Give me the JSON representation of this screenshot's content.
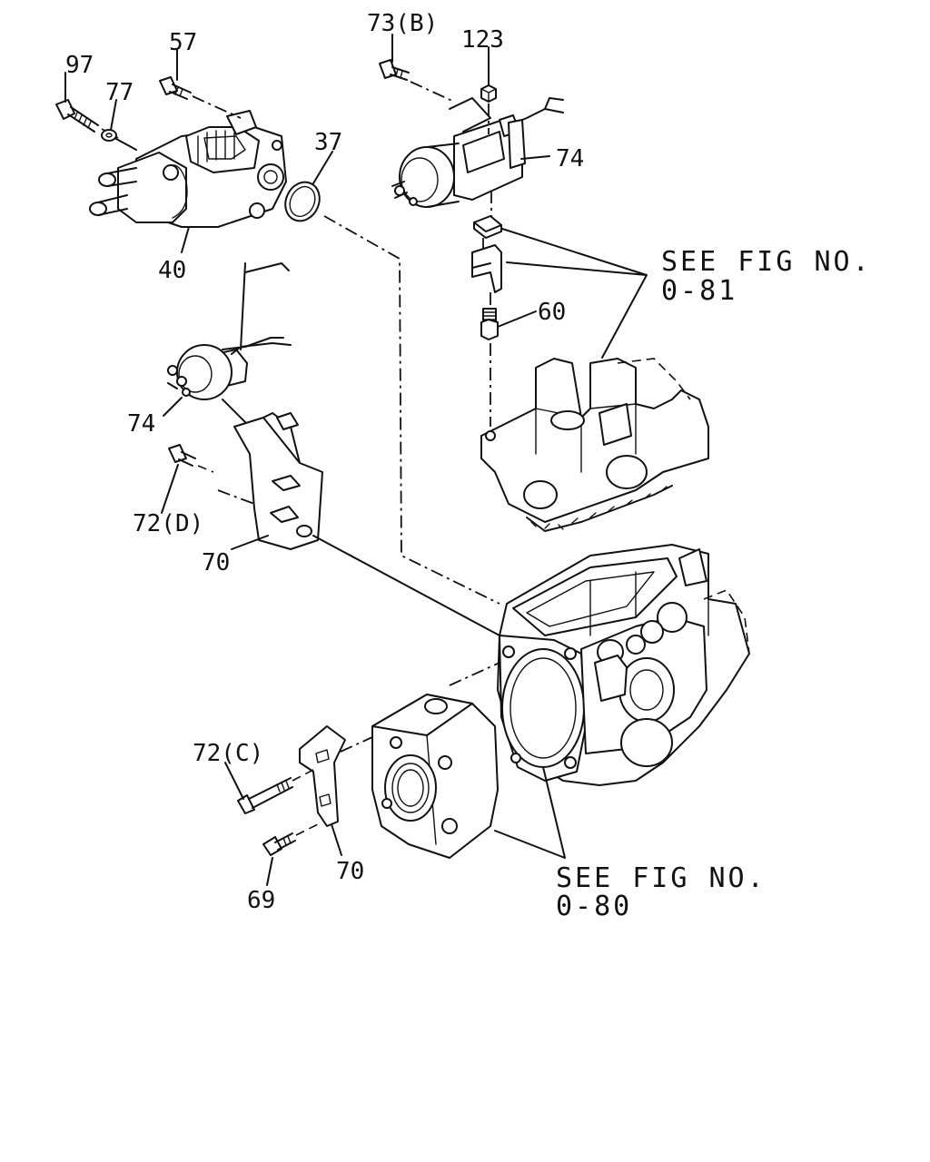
{
  "labels": {
    "p97": "97",
    "p57": "57",
    "p77": "77",
    "p37": "37",
    "p40": "40",
    "p73b": "73(B)",
    "p123": "123",
    "p74_top": "74",
    "p60": "60",
    "p74_left": "74",
    "p72d": "72(D)",
    "p70_mid": "70",
    "p72c": "72(C)",
    "p70_low": "70",
    "p69": "69"
  },
  "references": {
    "fig_081_line1": "SEE FIG NO.",
    "fig_081_line2": "0-81",
    "fig_080_line1": "SEE FIG NO.",
    "fig_080_line2": "0-80"
  }
}
